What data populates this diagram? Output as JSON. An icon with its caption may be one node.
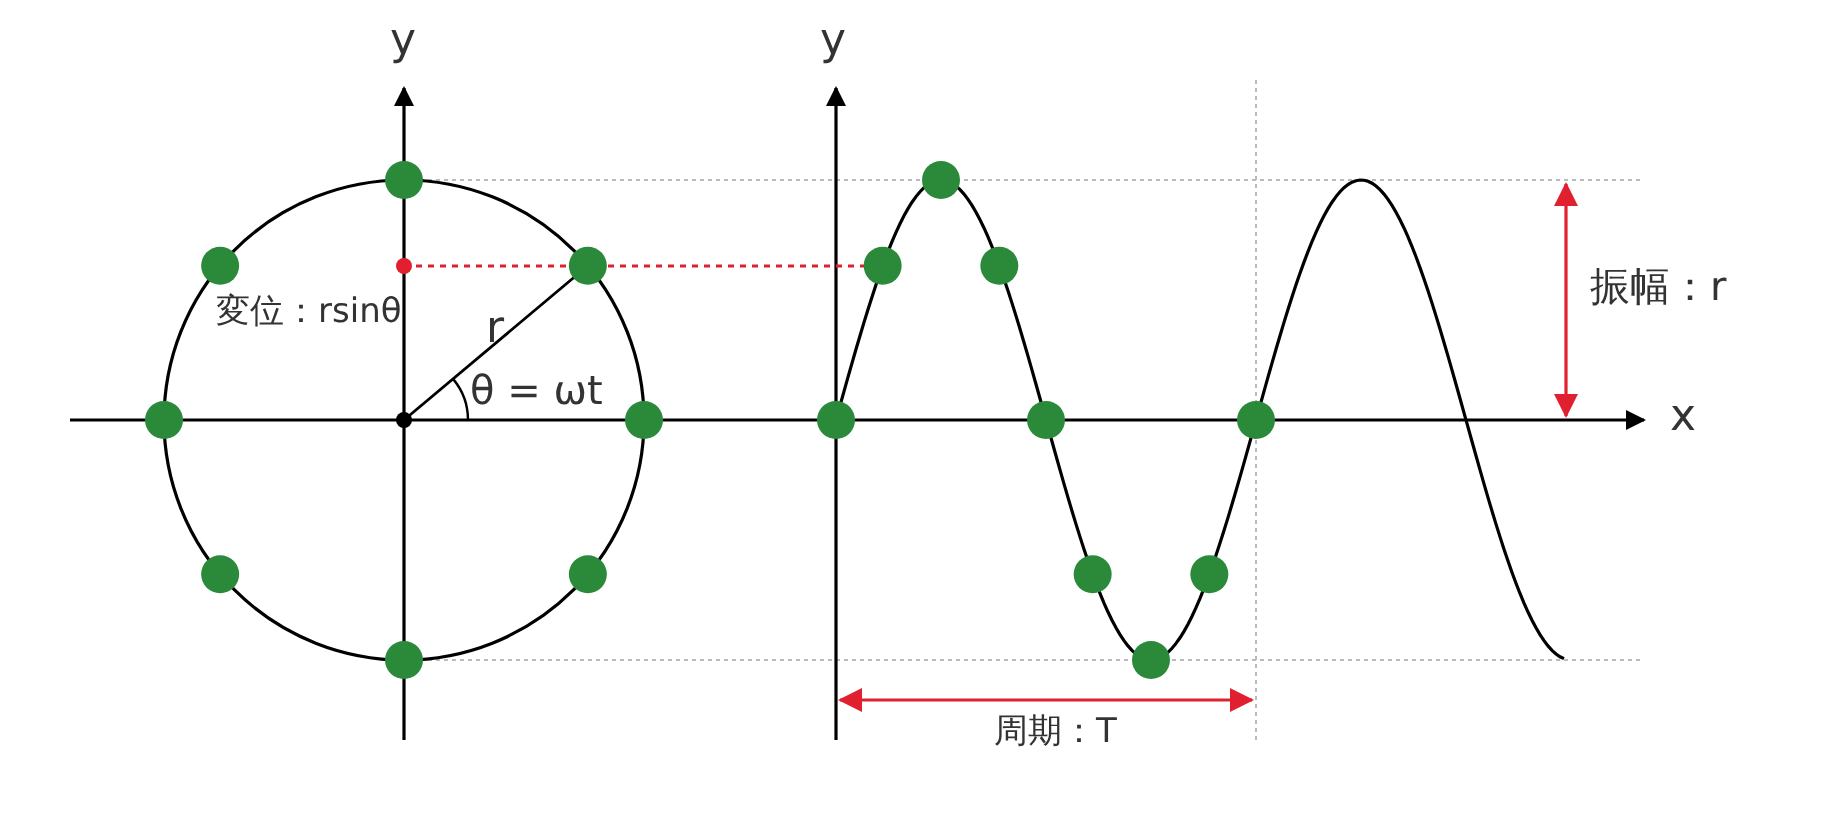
{
  "diagram": {
    "labels": [
      "y",
      "y",
      "振幅：r",
      "変位：rsinθ",
      "r",
      "θ = ωt",
      "x",
      "周期：T"
    ]
  }
}
